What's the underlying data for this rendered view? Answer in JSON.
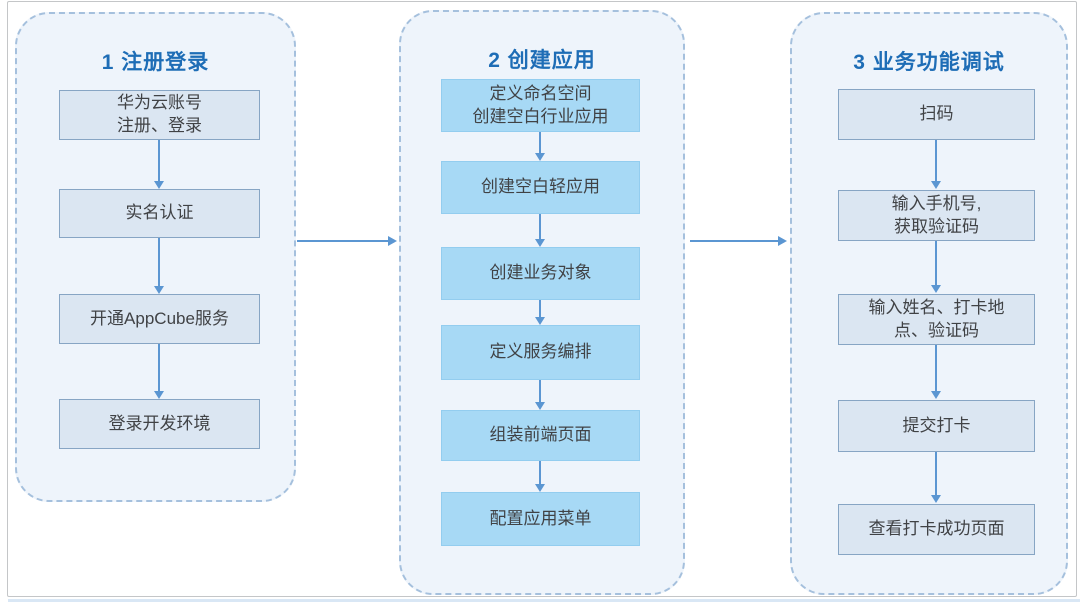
{
  "diagram": {
    "columns": [
      {
        "title": "1 注册登录",
        "steps": [
          "华为云账号\n注册、登录",
          "实名认证",
          "开通AppCube服务",
          "登录开发环境"
        ]
      },
      {
        "title": "2 创建应用",
        "steps": [
          "定义命名空间\n创建空白行业应用",
          "创建空白轻应用",
          "创建业务对象",
          "定义服务编排",
          "组装前端页面",
          "配置应用菜单"
        ]
      },
      {
        "title": "3 业务功能调试",
        "steps": [
          "扫码",
          "输入手机号,\n获取验证码",
          "输入姓名、打卡地\n点、验证码",
          "提交打卡",
          "查看打卡成功页面"
        ]
      }
    ],
    "colors": {
      "title_blue": "#1e6db6",
      "step_fill_soft": "#dbe6f2",
      "step_border_soft": "#87a5c4",
      "step_fill_bright": "#a7d9f5",
      "step_border_bright": "#93cdef",
      "arrow_blue": "#5b96d2",
      "panel_fill": "#eef4fb",
      "panel_border": "#a5c0dd",
      "text_dark": "#404245",
      "frame_border": "#c4c6c8",
      "bottom_line": "#d9e7f5"
    }
  }
}
